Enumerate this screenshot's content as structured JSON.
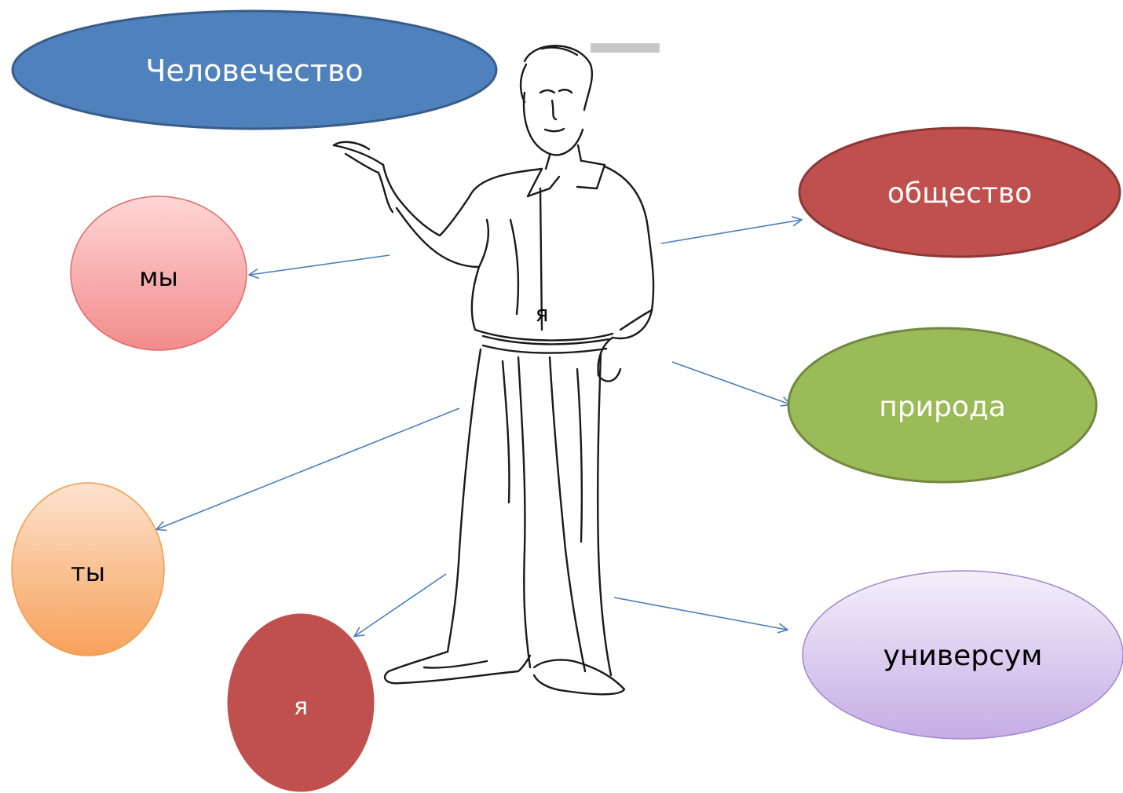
{
  "nodes": {
    "humanity": {
      "label": "Человечество",
      "fill": "#4f81bd",
      "text_color": "#ffffff"
    },
    "society": {
      "label": "общество",
      "fill": "#c0504d",
      "text_color": "#ffffff"
    },
    "nature": {
      "label": "природа",
      "fill": "#9bbb59",
      "text_color": "#ffffff"
    },
    "universe": {
      "label": "универсум",
      "fill_top": "#f3eefb",
      "fill_bottom": "#c9b2e6",
      "text_color": "#000000"
    },
    "we": {
      "label": "мы",
      "fill_top": "#ffd6d6",
      "fill_bottom": "#f28b8b",
      "text_color": "#000000"
    },
    "you": {
      "label": "ты",
      "fill_top": "#fde3cf",
      "fill_bottom": "#f7a15a",
      "text_color": "#000000"
    },
    "self_small": {
      "label": "я",
      "fill": "#c0504d",
      "text_color": "#ffffff"
    }
  },
  "figure": {
    "label": "я",
    "description_icon": "sketch-man-figure"
  },
  "colors": {
    "arrow": "#4a7ebb"
  }
}
